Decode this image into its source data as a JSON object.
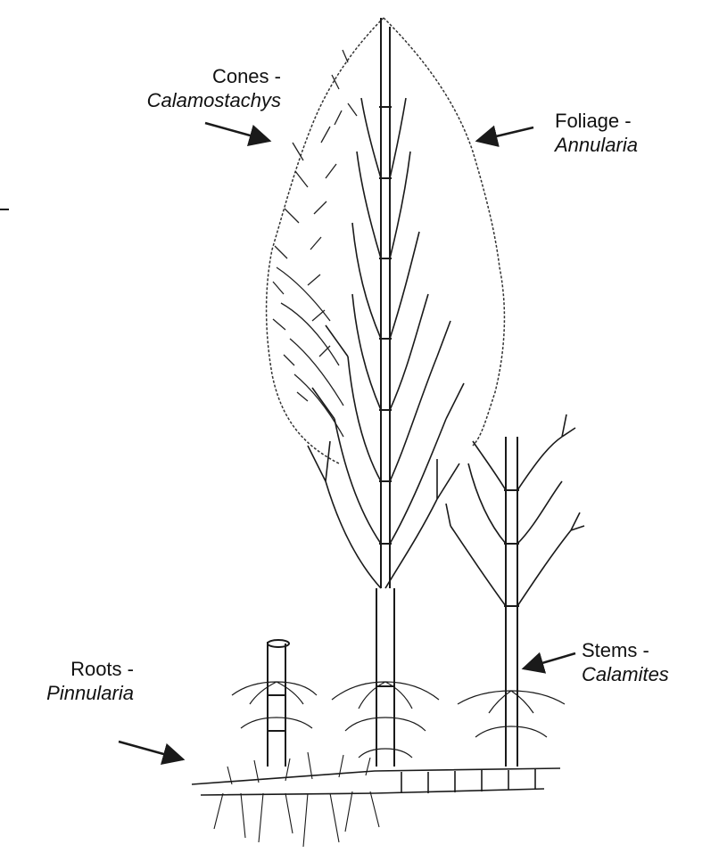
{
  "labels": {
    "cones": {
      "name": "Cones -",
      "genus": "Calamostachys"
    },
    "foliage": {
      "name": "Foliage -",
      "genus": "Annularia"
    },
    "stems": {
      "name": "Stems -",
      "genus": "Calamites"
    },
    "roots": {
      "name": "Roots -",
      "genus": "Pinnularia"
    }
  },
  "colors": {
    "ink": "#1a1a1a",
    "background": "#ffffff"
  }
}
